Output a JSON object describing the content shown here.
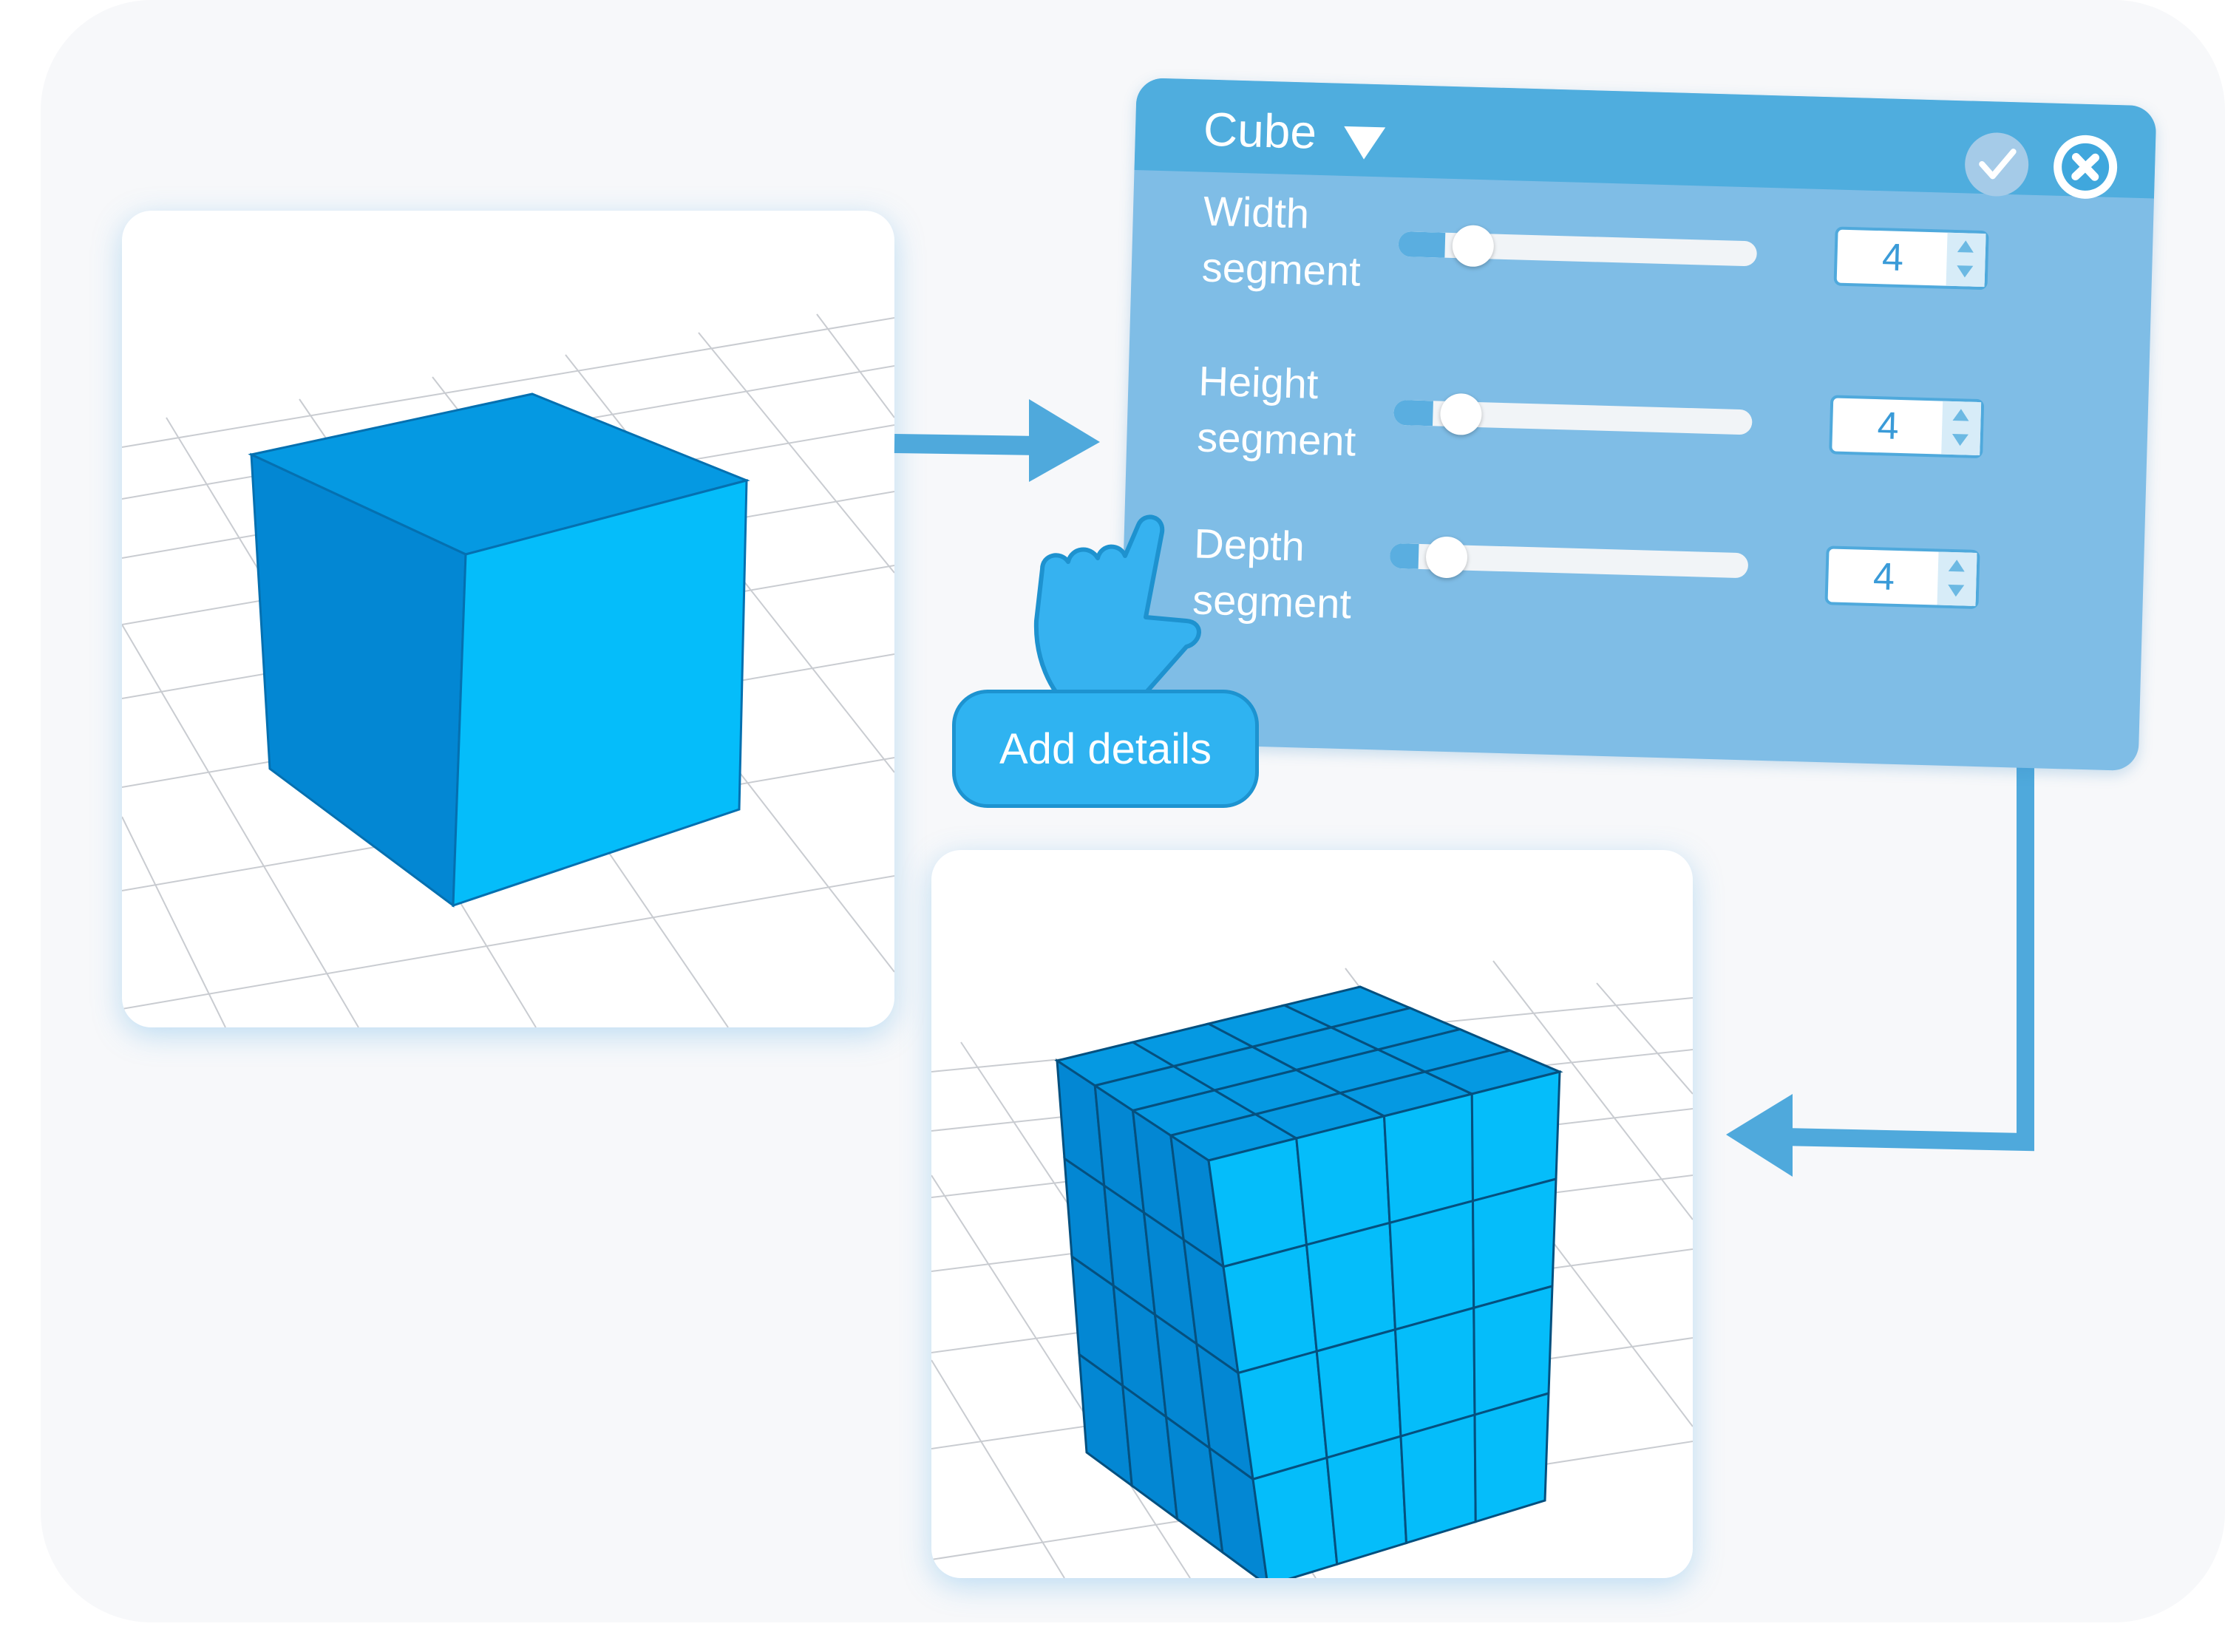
{
  "panel": {
    "title": "Cube",
    "rows": [
      {
        "label_line1": "Width",
        "label_line2": "segment",
        "value": "4",
        "slider_fraction": 0.13
      },
      {
        "label_line1": "Height",
        "label_line2": "segment",
        "value": "4",
        "slider_fraction": 0.11
      },
      {
        "label_line1": "Depth",
        "label_line2": "segment",
        "value": "4",
        "slider_fraction": 0.08
      }
    ]
  },
  "action_button": {
    "label": "Add details"
  },
  "icons": [
    "dropdown-triangle-icon",
    "check-icon",
    "close-icon",
    "pointing-hand-icon",
    "arrow-right-icon",
    "arrow-left-icon"
  ],
  "colors": {
    "accent": "#4fadde",
    "panel_body": "#7fbde6",
    "cube_top": "#0599e2",
    "cube_left": "#0387d3",
    "cube_right": "#05bdfa",
    "arrow": "#4fa9dc"
  }
}
